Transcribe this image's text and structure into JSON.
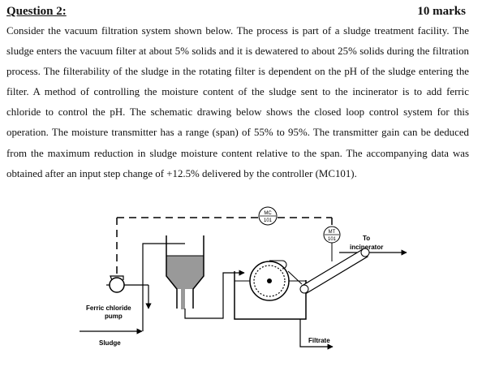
{
  "question": {
    "title": "Question 2:",
    "marks": "10 marks",
    "body": "Consider the vacuum filtration system shown below. The process is part of a sludge treatment facility. The sludge enters the vacuum filter at about 5% solids and it is dewatered to about 25% solids during the filtration process. The filterability of the sludge in the rotating filter is dependent on the pH of the sludge entering the filter. A method of controlling the moisture content of the sludge sent to the incinerator is to add ferric chloride to control the pH. The schematic drawing below shows the closed loop control system for this operation. The moisture transmitter has a range (span) of 55% to 95%. The transmitter gain can be deduced from the maximum reduction in sludge moisture content relative to the span. The accompanying data was obtained after an input step change of +12.5% delivered by the controller (MC101)."
  },
  "diagram": {
    "controller_tag_top": "MC",
    "controller_tag_num": "101",
    "transmitter_tag_top": "MT",
    "transmitter_tag_num": "101",
    "to_label": "To",
    "incinerator_label": "incinerator",
    "pump_label_1": "Ferric chloride",
    "pump_label_2": "pump",
    "sludge_label": "Sludge",
    "filtrate_label": "Filtrate"
  }
}
